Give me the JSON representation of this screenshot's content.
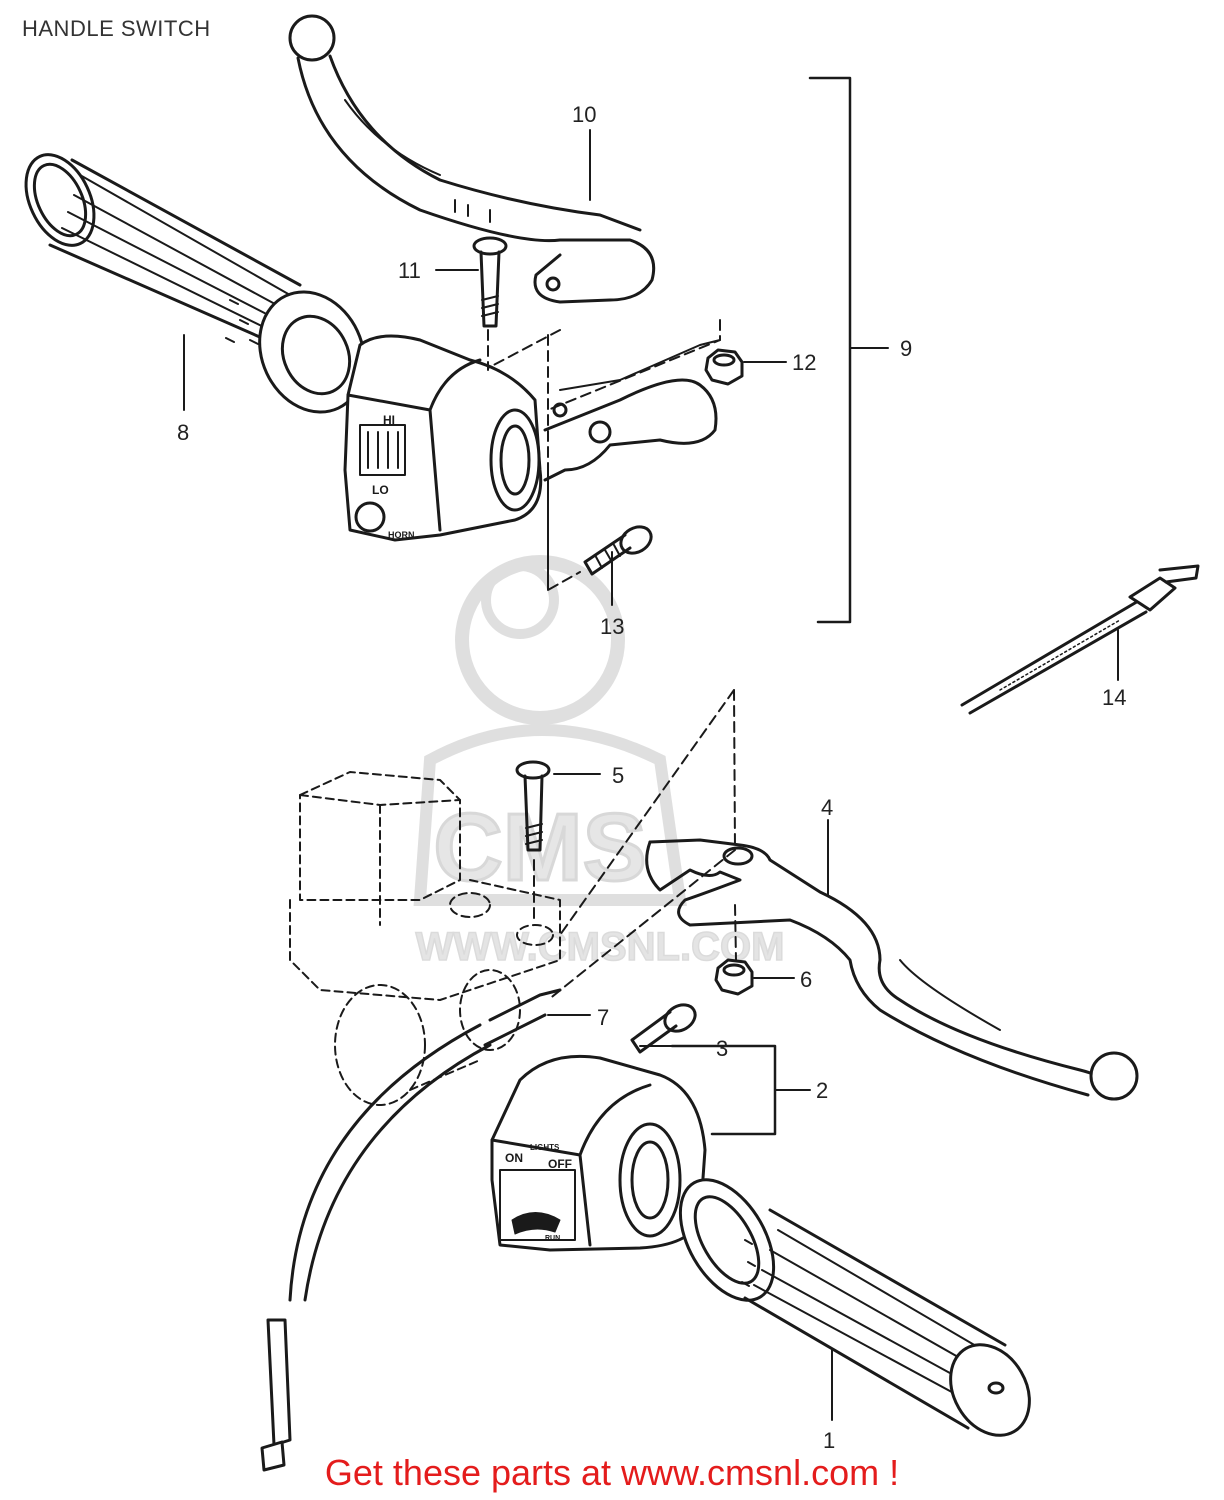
{
  "title": "HANDLE SWITCH",
  "footer": "Get these parts at www.cmsnl.com !",
  "watermark": "WWW.CMSNL.COM",
  "watermark_logo": "CMS",
  "colors": {
    "footer": "#e41c1c",
    "ink": "#1a1a1a",
    "watermark": "#d9d9d9"
  },
  "callouts": [
    "1",
    "2",
    "3",
    "4",
    "5",
    "6",
    "7",
    "8",
    "9",
    "10",
    "11",
    "12",
    "13",
    "14"
  ],
  "switch_labels": {
    "left_hi": "HI",
    "left_lo": "LO",
    "left_horn": "HORN",
    "right_lights": "LIGHTS",
    "right_on": "ON",
    "right_off": "OFF",
    "right_run": "RUN"
  }
}
